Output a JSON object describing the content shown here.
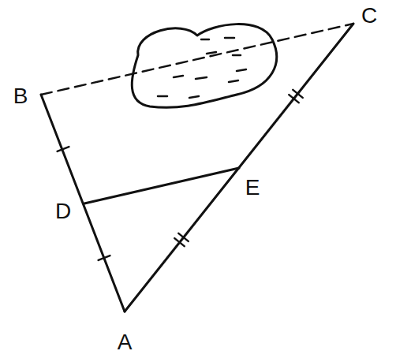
{
  "diagram": {
    "labels": [
      "B",
      "C",
      "D",
      "E",
      "A"
    ]
  }
}
